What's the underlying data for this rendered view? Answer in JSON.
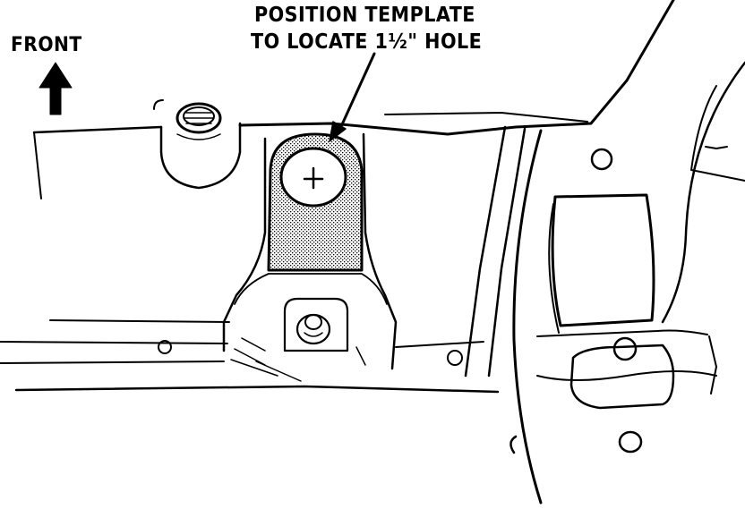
{
  "diagram": {
    "direction_label": "FRONT",
    "callout": {
      "line1": "POSITION TEMPLATE",
      "line2": "TO LOCATE 1½\" HOLE"
    },
    "colors": {
      "ink": "#000000",
      "paper": "#ffffff",
      "template_fill": "#9a9a9a"
    },
    "icons": [
      "front-arrow-icon",
      "callout-arrow-icon",
      "crosshair-icon"
    ]
  }
}
